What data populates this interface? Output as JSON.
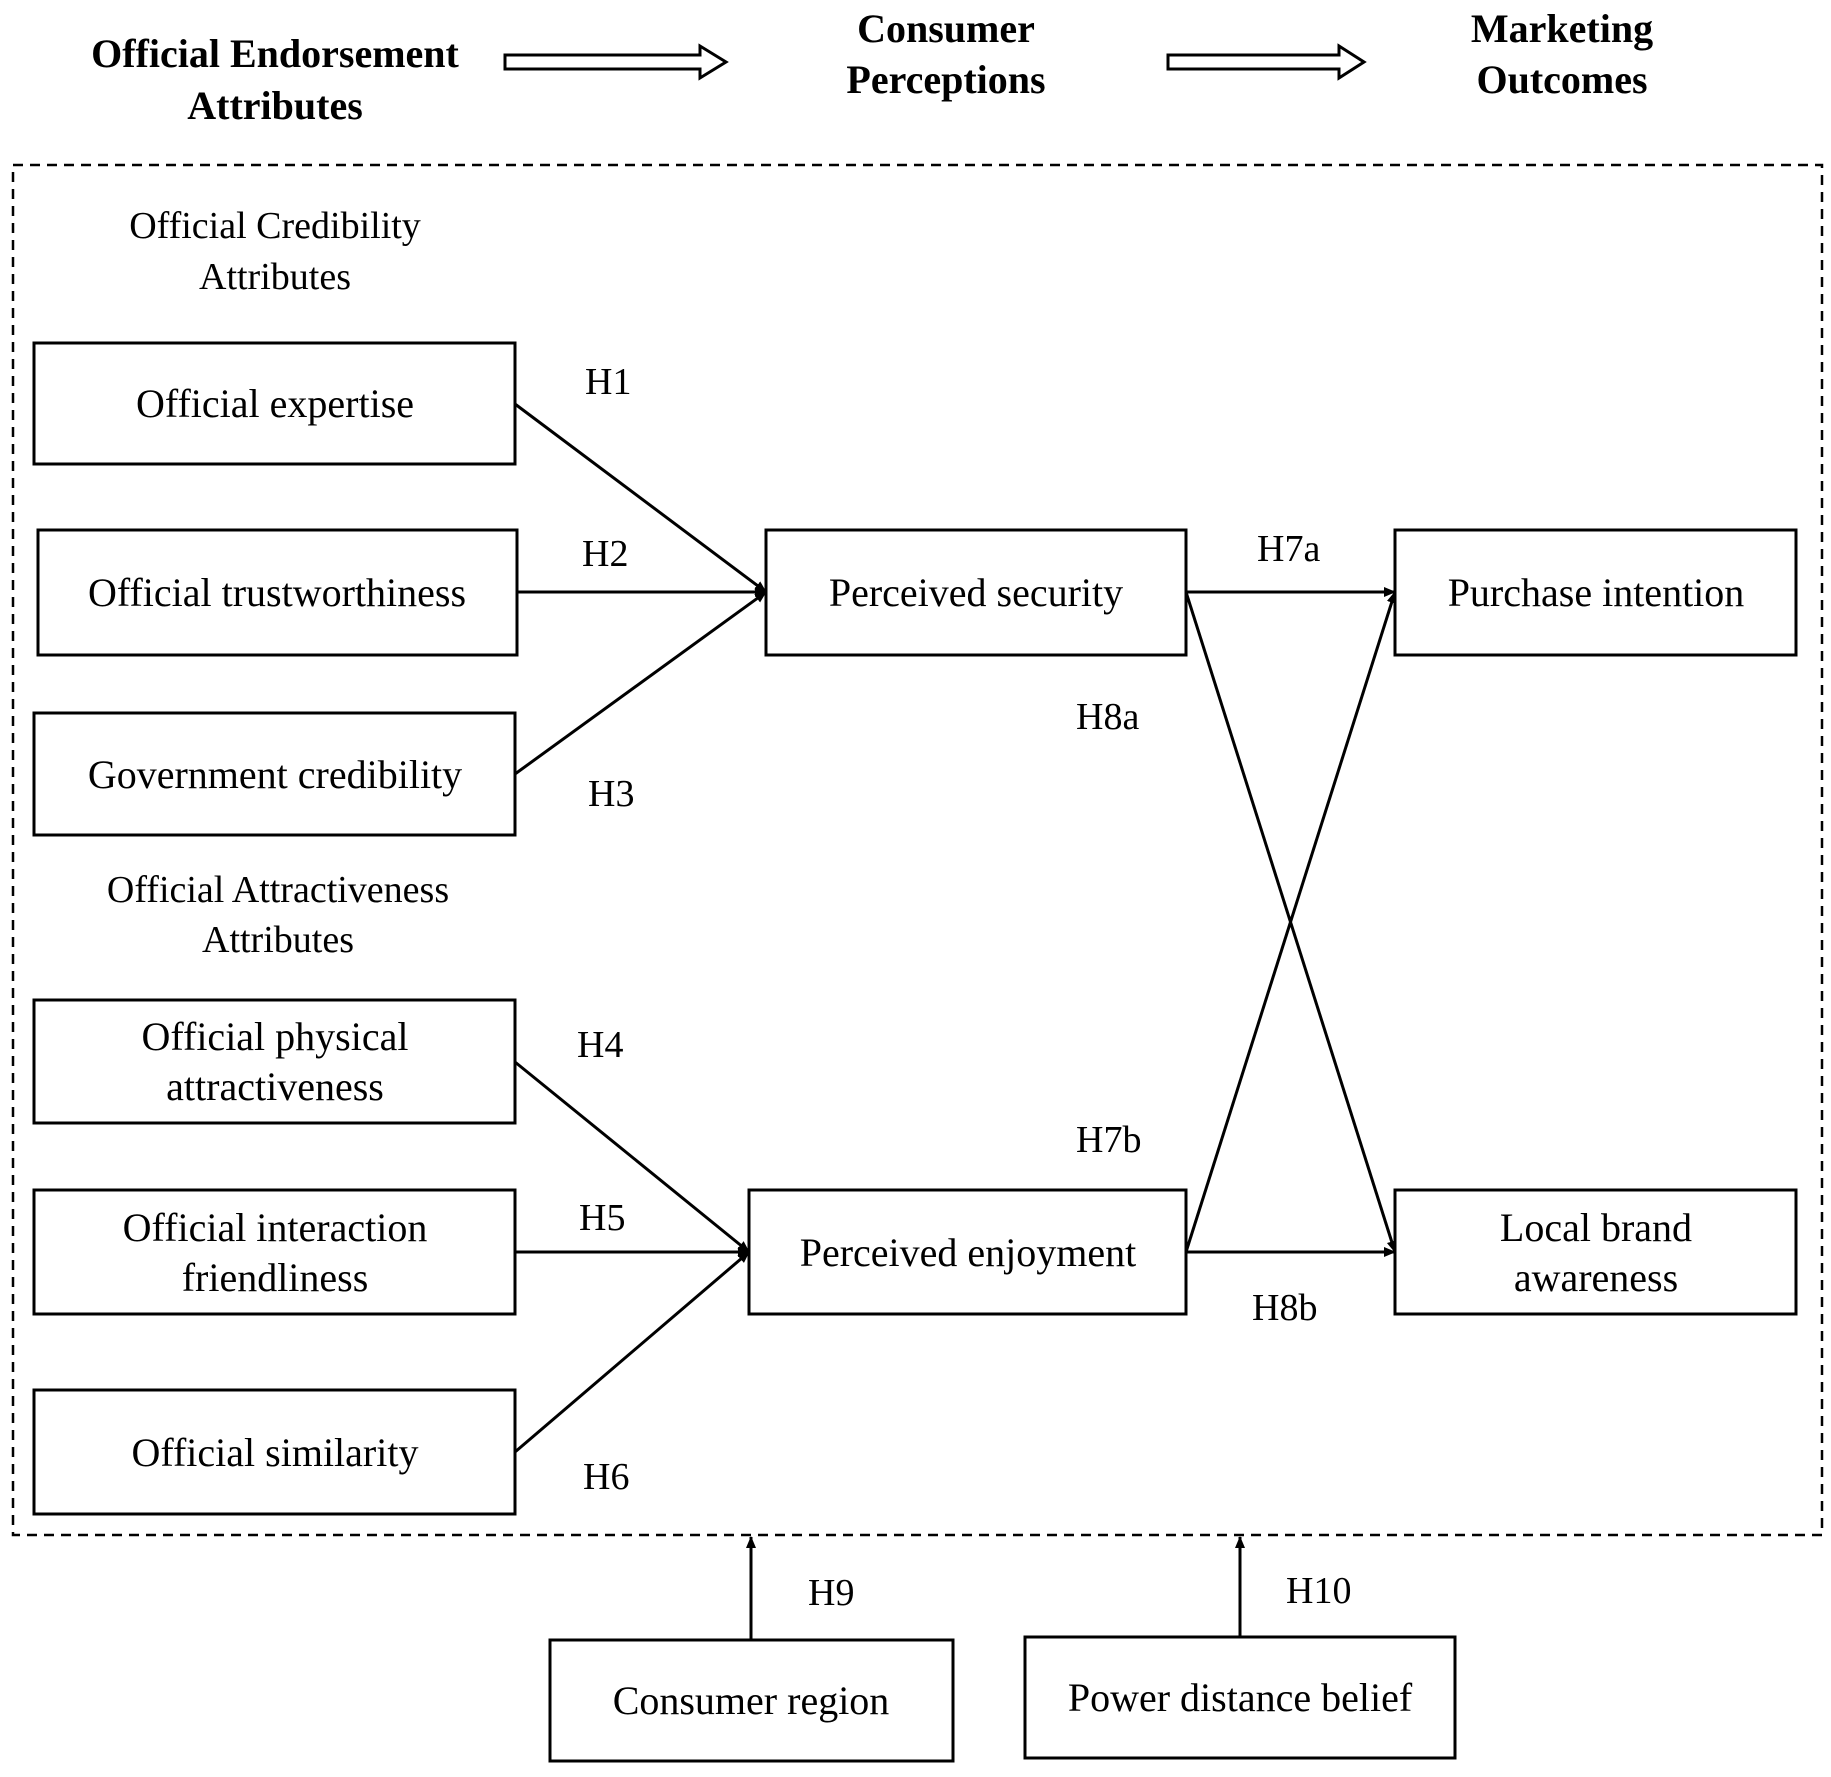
{
  "header": {
    "left": [
      "Official Endorsement",
      "Attributes"
    ],
    "middle": [
      "Consumer",
      "Perceptions"
    ],
    "right": [
      "Marketing",
      "Outcomes"
    ]
  },
  "groups": {
    "credibility": [
      "Official Credibility",
      "Attributes"
    ],
    "attractiveness": [
      "Official Attractiveness",
      "Attributes"
    ]
  },
  "boxes": {
    "official_expertise": [
      "Official expertise"
    ],
    "official_trustworthiness": [
      "Official trustworthiness"
    ],
    "government_credibility": [
      "Government credibility"
    ],
    "official_physical_attractiveness": [
      "Official physical",
      "attractiveness"
    ],
    "official_interaction_friendliness": [
      "Official interaction",
      "friendliness"
    ],
    "official_similarity": [
      "Official similarity"
    ],
    "perceived_security": [
      "Perceived security"
    ],
    "perceived_enjoyment": [
      "Perceived enjoyment"
    ],
    "purchase_intention": [
      "Purchase intention"
    ],
    "local_brand_awareness": [
      "Local brand",
      "awareness"
    ],
    "consumer_region": [
      "Consumer region"
    ],
    "power_distance_belief": [
      "Power distance belief"
    ]
  },
  "hypotheses": {
    "h1": "H1",
    "h2": "H2",
    "h3": "H3",
    "h4": "H4",
    "h5": "H5",
    "h6": "H6",
    "h7a": "H7a",
    "h7b": "H7b",
    "h8a": "H8a",
    "h8b": "H8b",
    "h9": "H9",
    "h10": "H10"
  }
}
